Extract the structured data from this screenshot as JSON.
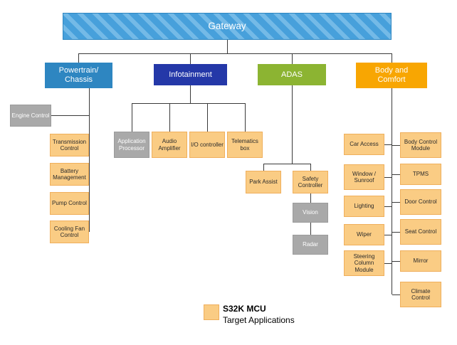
{
  "gateway": {
    "label": "Gateway"
  },
  "branches": {
    "powertrain": {
      "label": "Powertrain/ Chassis"
    },
    "infotainment": {
      "label": "Infotainment"
    },
    "adas": {
      "label": "ADAS"
    },
    "body": {
      "label": "Body and Comfort"
    }
  },
  "nodes": {
    "engine_control": {
      "label": "Engine Control",
      "style": "gray"
    },
    "transmission_control": {
      "label": "Transmission Control",
      "style": "orange"
    },
    "battery_management": {
      "label": "Battery Management",
      "style": "orange"
    },
    "pump_control": {
      "label": "Pump Control",
      "style": "orange"
    },
    "cooling_fan_control": {
      "label": "Cooling Fan Control",
      "style": "orange"
    },
    "application_processor": {
      "label": "Application Processor",
      "style": "gray"
    },
    "audio_amplifier": {
      "label": "Audio Amplifier",
      "style": "orange"
    },
    "io_controller": {
      "label": "I/O controller",
      "style": "orange"
    },
    "telematics_box": {
      "label": "Telematics box",
      "style": "orange"
    },
    "park_assist": {
      "label": "Park Assist",
      "style": "orange"
    },
    "safety_controller": {
      "label": "Safety Controller",
      "style": "orange"
    },
    "vision": {
      "label": "Vision",
      "style": "gray"
    },
    "radar": {
      "label": "Radar",
      "style": "gray"
    },
    "car_access": {
      "label": "Car Access",
      "style": "orange"
    },
    "window_sunroof": {
      "label": "Window / Sunroof",
      "style": "orange"
    },
    "lighting": {
      "label": "Lighting",
      "style": "orange"
    },
    "wiper": {
      "label": "Wiper",
      "style": "orange"
    },
    "steering_column_module": {
      "label": "Steering Column Module",
      "style": "orange"
    },
    "body_control_module": {
      "label": "Body Control Module",
      "style": "orange"
    },
    "tpms": {
      "label": "TPMS",
      "style": "orange"
    },
    "door_control": {
      "label": "Door Control",
      "style": "orange"
    },
    "seat_control": {
      "label": "Seat Control",
      "style": "orange"
    },
    "mirror": {
      "label": "Mirror",
      "style": "orange"
    },
    "climate_control": {
      "label": "Climate Control",
      "style": "orange"
    }
  },
  "legend": {
    "title": "S32K MCU",
    "subtitle": "Target Applications"
  },
  "colors": {
    "gateway_stripe_dark": "#47a0db",
    "gateway_stripe_light": "#74bae7",
    "powertrain_blue": "#2e86c1",
    "infotainment_blue": "#2438a8",
    "adas_green": "#8cb432",
    "body_orange": "#f8a602",
    "node_orange": "#facc84",
    "node_gray": "#a9a9a9",
    "connector": "#3a3a3a"
  }
}
